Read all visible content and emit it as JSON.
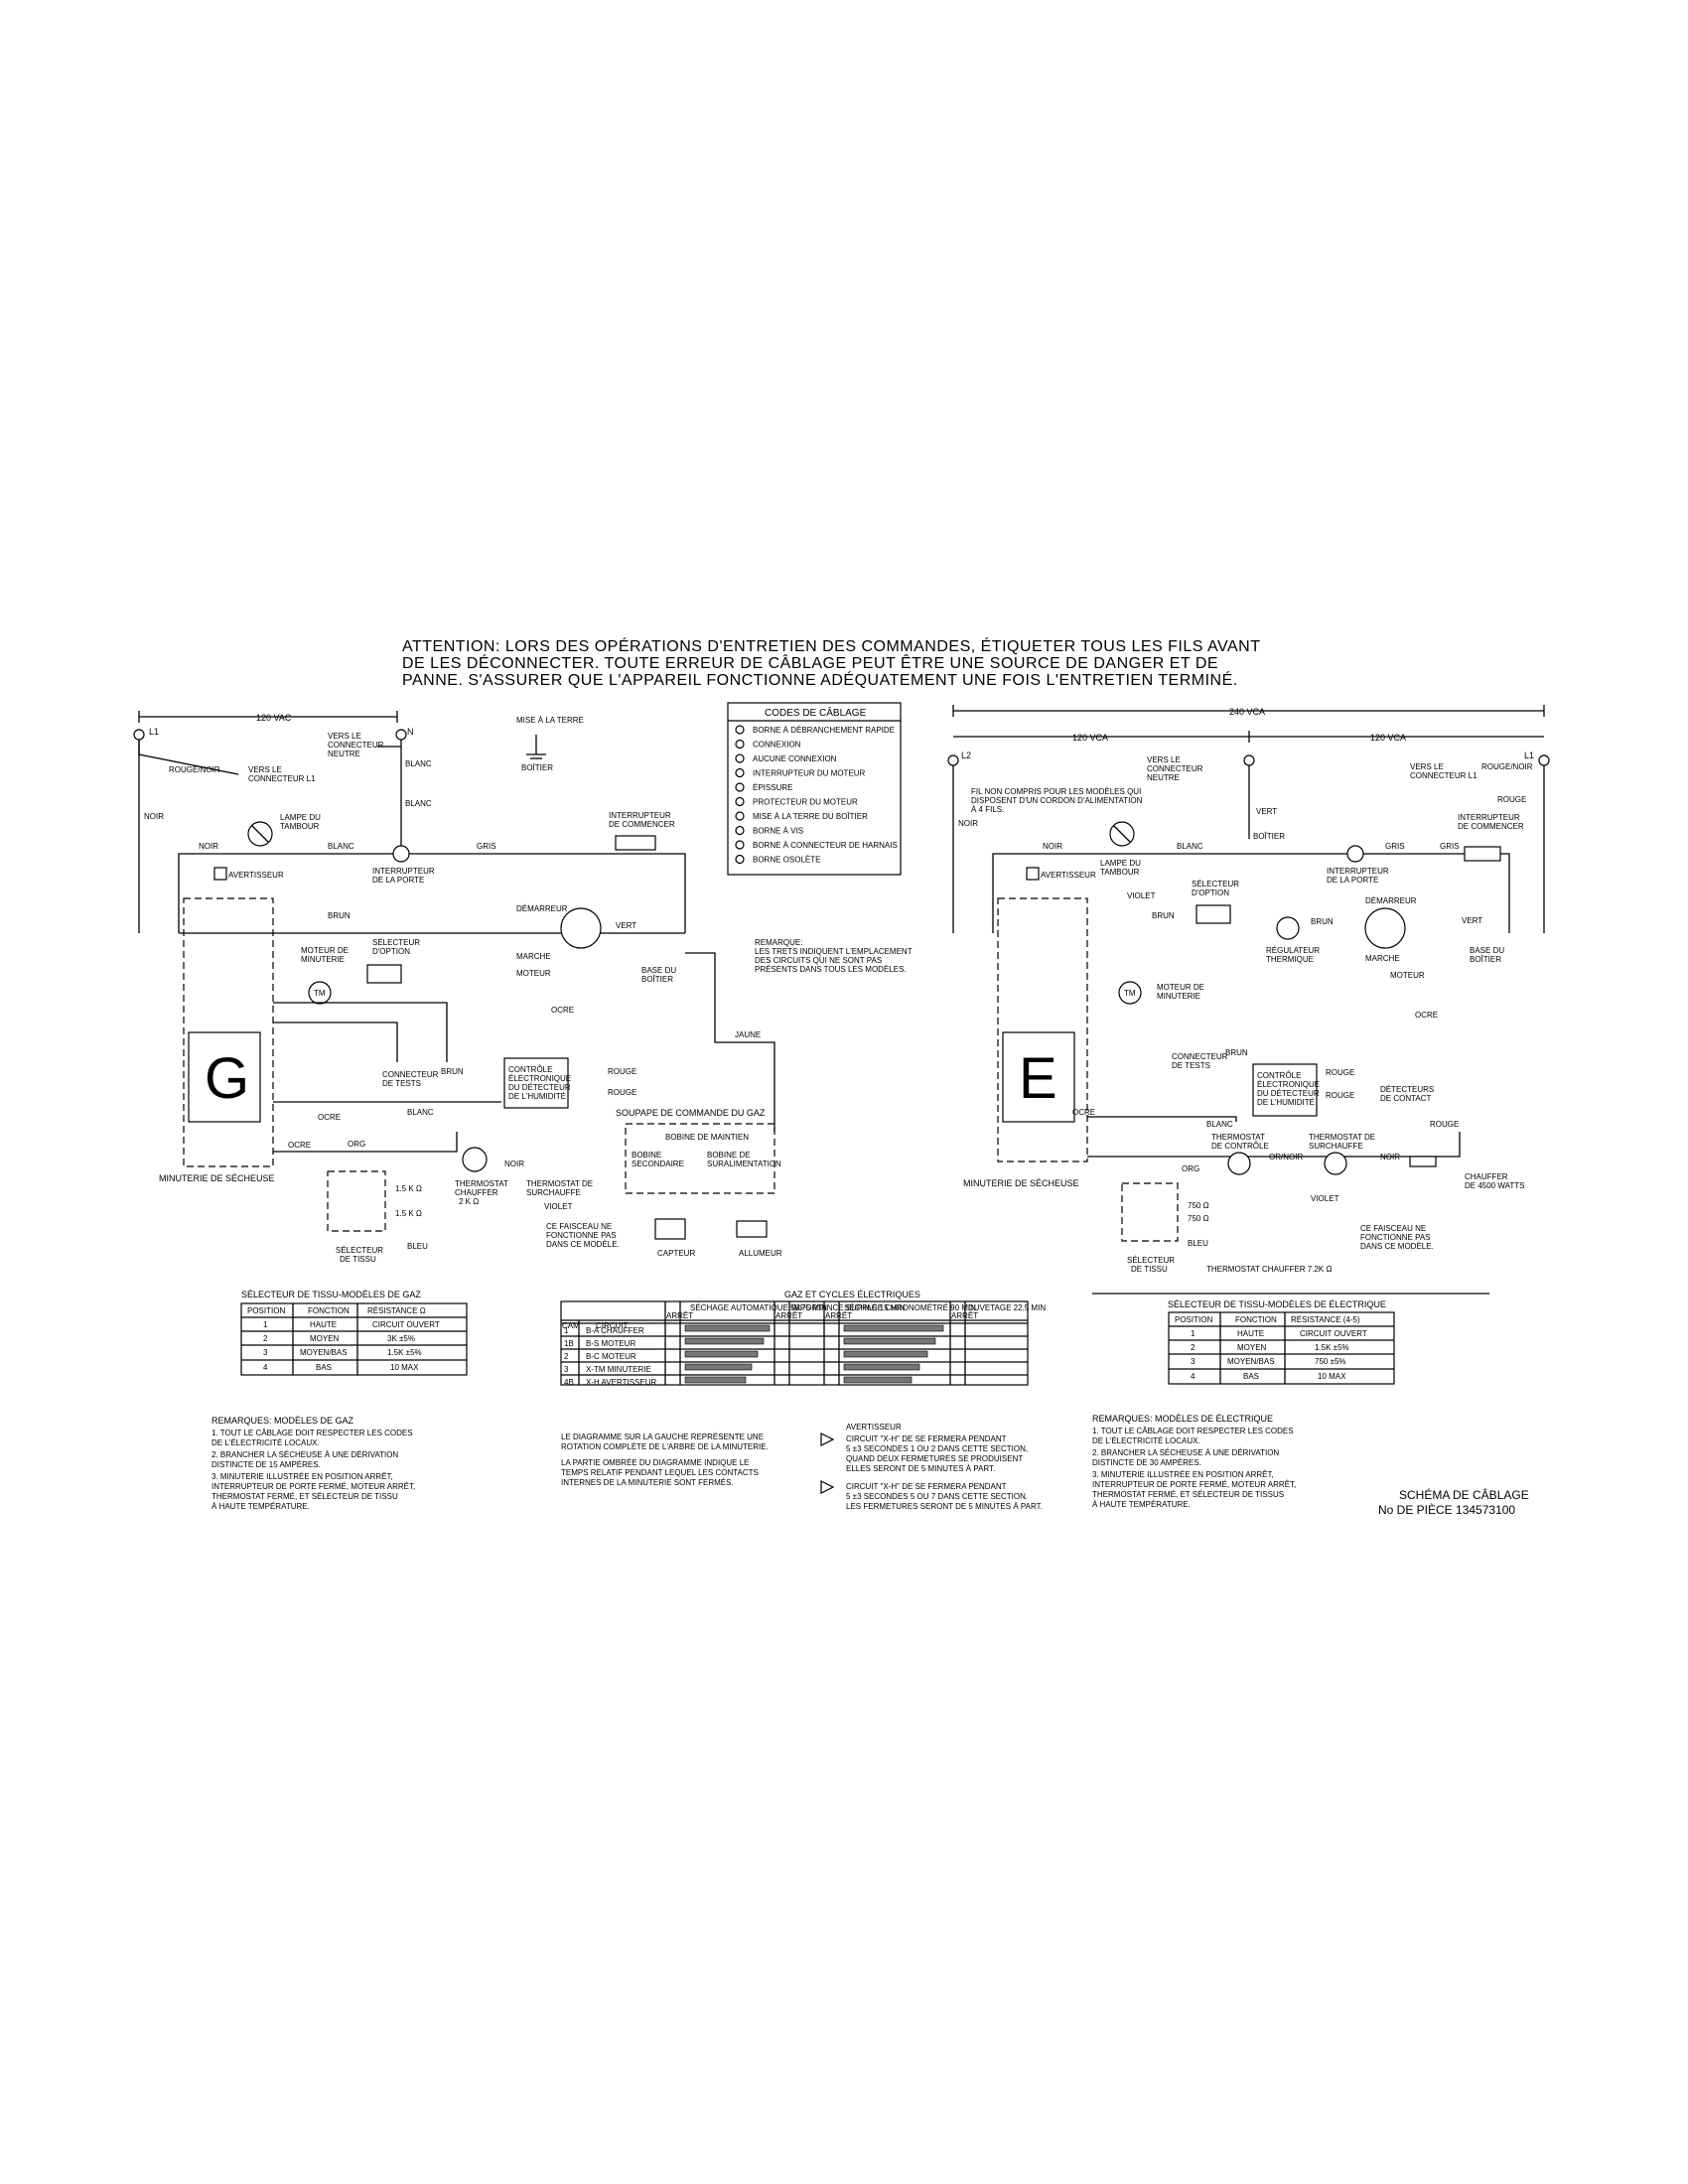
{
  "header": {
    "attention": [
      "ATTENTION:  LORS DES OPÉRATIONS D'ENTRETIEN DES COMMANDES, ÉTIQUETER TOUS LES FILS AVANT",
      "DE LES DÉCONNECTER. TOUTE ERREUR DE CÂBLAGE PEUT ÊTRE UNE SOURCE DE DANGER ET DE",
      "PANNE.   S'ASSURER QUE L'APPAREIL FONCTIONNE ADÉQUATEMENT UNE FOIS L'ENTRETIEN TERMINÉ."
    ]
  },
  "gas": {
    "voltage": "120 VAC",
    "l1": "L1",
    "n": "N",
    "vers_neutre": [
      "VERS LE",
      "CONNECTEUR",
      "NEUTRE"
    ],
    "vers_l1": [
      "VERS LE",
      "CONNECTEUR L1"
    ],
    "rouge_noir": "ROUGE/NOIR",
    "noir": "NOIR",
    "blanc": "BLANC",
    "gris": "GRIS",
    "brun": "BRUN",
    "vert": "VERT",
    "ocre": "OCRE",
    "org": "ORG",
    "rouge": "ROUGE",
    "jaune": "JAUNE",
    "bleu": "BLEU",
    "violet": "VIOLET",
    "lampe": [
      "LAMPE DU",
      "TAMBOUR"
    ],
    "avertisseur": "AVERTISSEUR",
    "interrupteur_porte": [
      "INTERRUPTEUR",
      "DE LA PORTE"
    ],
    "interrupteur_commencer": [
      "INTERRUPTEUR",
      "DE COMMENCER"
    ],
    "moteur_minuterie": [
      "MOTEUR DE",
      "MINUTERIE"
    ],
    "selecteur_option": [
      "SÉLECTEUR",
      "D'OPTION"
    ],
    "demarreur": [
      "DÉMARREUR",
      "MARCHE"
    ],
    "moteur": "MOTEUR",
    "base_boitier": [
      "BASE DU",
      "BOÎTIER"
    ],
    "connecteur_tests": [
      "CONNECTEUR",
      "DE TESTS"
    ],
    "controle": [
      "CONTRÔLE",
      "ÉLECTRONIQUE",
      "DU DÉTECTEUR",
      "DE L'HUMIDITÉ"
    ],
    "soupape": "SOUPAPE DE COMMANDE DU GAZ",
    "bobine_maintien": "BOBINE DE MAINTIEN",
    "bobine_sec": [
      "BOBINE",
      "SECONDAIRE"
    ],
    "bobine_sur": [
      "BOBINE DE",
      "SURALIMENTATION"
    ],
    "capteur": "CAPTEUR",
    "allumeur": "ALLUMEUR",
    "thermostat_sur": [
      "THERMOSTAT DE",
      "SURCHAUFFE"
    ],
    "thermostat_ch": [
      "THERMOSTAT",
      "CHAUFFER",
      "2 K Ω"
    ],
    "faisceau": [
      "CE FAISCEAU NE",
      "FONCTIONNE PAS",
      "DANS CE MODÈLE."
    ],
    "selecteur_tissu": [
      "SÉLECTEUR",
      "DE TISSU"
    ],
    "r15": "1.5 K Ω",
    "minuterie": "MINUTERIE DE SÉCHEUSE",
    "letter": "G"
  },
  "mise_terre": [
    "MISE À LA TERRE",
    "BOÎTIER"
  ],
  "codes": {
    "title": "CODES DE CÂBLAGE",
    "items": [
      "BORNE À DÉBRANCHEMENT RAPIDE",
      "CONNEXION",
      "AUCUNE CONNEXION",
      "INTERRUPTEUR DU MOTEUR",
      "ÉPISSURE",
      "PROTECTEUR DU MOTEUR",
      "MISE À LA TERRE DU BOÎTIER",
      "BORNE À VIS",
      "BORNE À CONNECTEUR DE HARNAIS",
      "BORNE OSOLÈTE"
    ]
  },
  "remarque_mid": [
    "REMARQUE:",
    "LES TRETS INDIQUENT L'EMPLACEMENT",
    "DES CIRCUITS QUI NE SONT PAS",
    "PRÉSENTS DANS TOUS LES MODÈLES."
  ],
  "electric": {
    "v240": "240 VCA",
    "v120a": "120 VCA",
    "v120b": "120 VCA",
    "l2": "L2",
    "l1": "L1",
    "fil_note": [
      "FIL NON COMPRIS POUR LES MODÈLES QUI",
      "DISPOSENT D'UN CORDON D'ALIMENTATION",
      "À 4 FILS."
    ],
    "regulateur": [
      "RÉGULATEUR",
      "THERMIQUE"
    ],
    "detecteurs": [
      "DÉTECTEURS",
      "DE CONTACT"
    ],
    "thermostat_ctrl": [
      "THERMOSTAT",
      "DE CONTRÔLE"
    ],
    "or_noir": "OR/NOIR",
    "chauffer": [
      "CHAUFFER",
      "DE 4500 WATTS"
    ],
    "r750a": "750 Ω",
    "r750b": "750 Ω",
    "thermostat_ch": "THERMOSTAT CHAUFFER 7.2K Ω",
    "letter": "E",
    "minuterie": "MINUTERIE DE SÉCHEUSE"
  },
  "gas_table": {
    "title": "SÉLECTEUR DE TISSU-MODÈLES DE GAZ",
    "headers": [
      "POSITION",
      "FONCTION",
      "RÉSISTANCE Ω"
    ],
    "rows": [
      [
        "1",
        "HAUTE",
        "CIRCUIT OUVERT"
      ],
      [
        "2",
        "MOYEN",
        "3K ±5%"
      ],
      [
        "3",
        "MOYEN/BAS",
        "1.5K ±5%"
      ],
      [
        "4",
        "BAS",
        "10 MAX"
      ]
    ]
  },
  "elec_table": {
    "title": "SÉLECTEUR DE TISSU-MODÈLES DE ÉLECTRIQUE",
    "headers": [
      "POSITION",
      "FONCTION",
      "RÉSISTANCE (4-5)"
    ],
    "rows": [
      [
        "1",
        "HAUTE",
        "CIRCUIT OUVERT"
      ],
      [
        "2",
        "MOYEN",
        "1.5K ±5%"
      ],
      [
        "3",
        "MOYEN/BAS",
        "750 ±5%"
      ],
      [
        "4",
        "BAS",
        "10 MAX"
      ]
    ]
  },
  "cycles": {
    "title": "GAZ ET CYCLES ÉLECTRIQUES",
    "phases": [
      "ARRÊT",
      "SÉCHAGE AUTOMATIQUE 58.75 MIN",
      "ARRÊT",
      "IMPORTANCE SUPPLÉ 15 MIN",
      "ARRÊT",
      "SÉCHAGE CHRONOMÉTRÉ 90 MIN",
      "ARRÊT",
      "DUVETAGE 22.5 MIN"
    ],
    "headers": [
      "CAM",
      "CIRCUIT"
    ],
    "rows": [
      [
        "1",
        "B-A CHAUFFER"
      ],
      [
        "1B",
        "B-S MOTEUR"
      ],
      [
        "2",
        "B-C MOTEUR"
      ],
      [
        "3",
        "X-TM MINUTERIE"
      ],
      [
        "4B",
        "X-H AVERTISSEUR"
      ]
    ]
  },
  "notes_gas": {
    "title": "REMARQUES:  MODÈLES DE GAZ",
    "lines": [
      "1.  TOUT LE CÂBLAGE DOIT RESPECTER LES CODES",
      "     DE L'ÉLECTRICITÉ LOCAUX.",
      "2.  BRANCHER LA SÉCHEUSE À UNE DÉRIVATION",
      "     DISTINCTE DE 15 AMPÈRES.",
      "3.  MINUTERIE ILLUSTRÉE EN POSITION ARRÊT,",
      "     INTERRUPTEUR DE PORTE FERMÉ, MOTEUR ARRÊT,",
      "     THERMOSTAT FERMÉ, ET SÉLECTEUR DE TISSU",
      "     À HAUTE TEMPÉRATURE."
    ]
  },
  "notes_mid": [
    "LE DIAGRAMME SUR LA GAUCHE REPRÉSENTE UNE",
    "ROTATION COMPLÈTE DE L'ARBRE DE LA MINUTERIE.",
    "",
    "LA PARTIE OMBRÉE DU DIAGRAMME INDIQUE LE",
    "TEMPS RELATIF PENDANT LEQUEL LES CONTACTS",
    "INTERNES DE LA MINUTERIE SONT FERMÉS."
  ],
  "notes_avert": {
    "title": "AVERTISSEUR",
    "a": [
      "CIRCUIT \"X-H\" DE SE FERMERA PENDANT",
      "5 ±3 SECONDES 1 OU 2 DANS CETTE SECTION,",
      "QUAND DEUX FERMETURES SE PRODUISENT",
      "ELLES SERONT DE 5 MINUTES À PART."
    ],
    "b": [
      "CIRCUIT \"X-H\" DE SE FERMERA PENDANT",
      "5 ±3 SECONDES 5 OU 7 DANS CETTE SECTION.",
      "LES FERMETURES SERONT DE 5 MINUTES À PART."
    ]
  },
  "notes_elec": {
    "title": "REMARQUES:  MODÈLES DE ÉLECTRIQUE",
    "lines": [
      "1.  TOUT LE CÂBLAGE DOIT RESPECTER LES CODES",
      "     DE L'ÉLECTRICITÉ LOCAUX.",
      "2.  BRANCHER LA SÉCHEUSE À UNE DÉRIVATION",
      "     DISTINCTE DE 30 AMPÈRES.",
      "3.  MINUTERIE ILLUSTRÉE EN POSITION ARRÊT,",
      "     INTERRUPTEUR DE PORTE FERMÉ, MOTEUR ARRÊT,",
      "     THERMOSTAT FERMÉ, ET SÉLECTEUR DE TISSUS",
      "     À HAUTE TEMPÉRATURE."
    ]
  },
  "footer": {
    "title": "SCHÉMA DE CÂBLAGE",
    "part": "No DE PIÈCE 134573100"
  }
}
